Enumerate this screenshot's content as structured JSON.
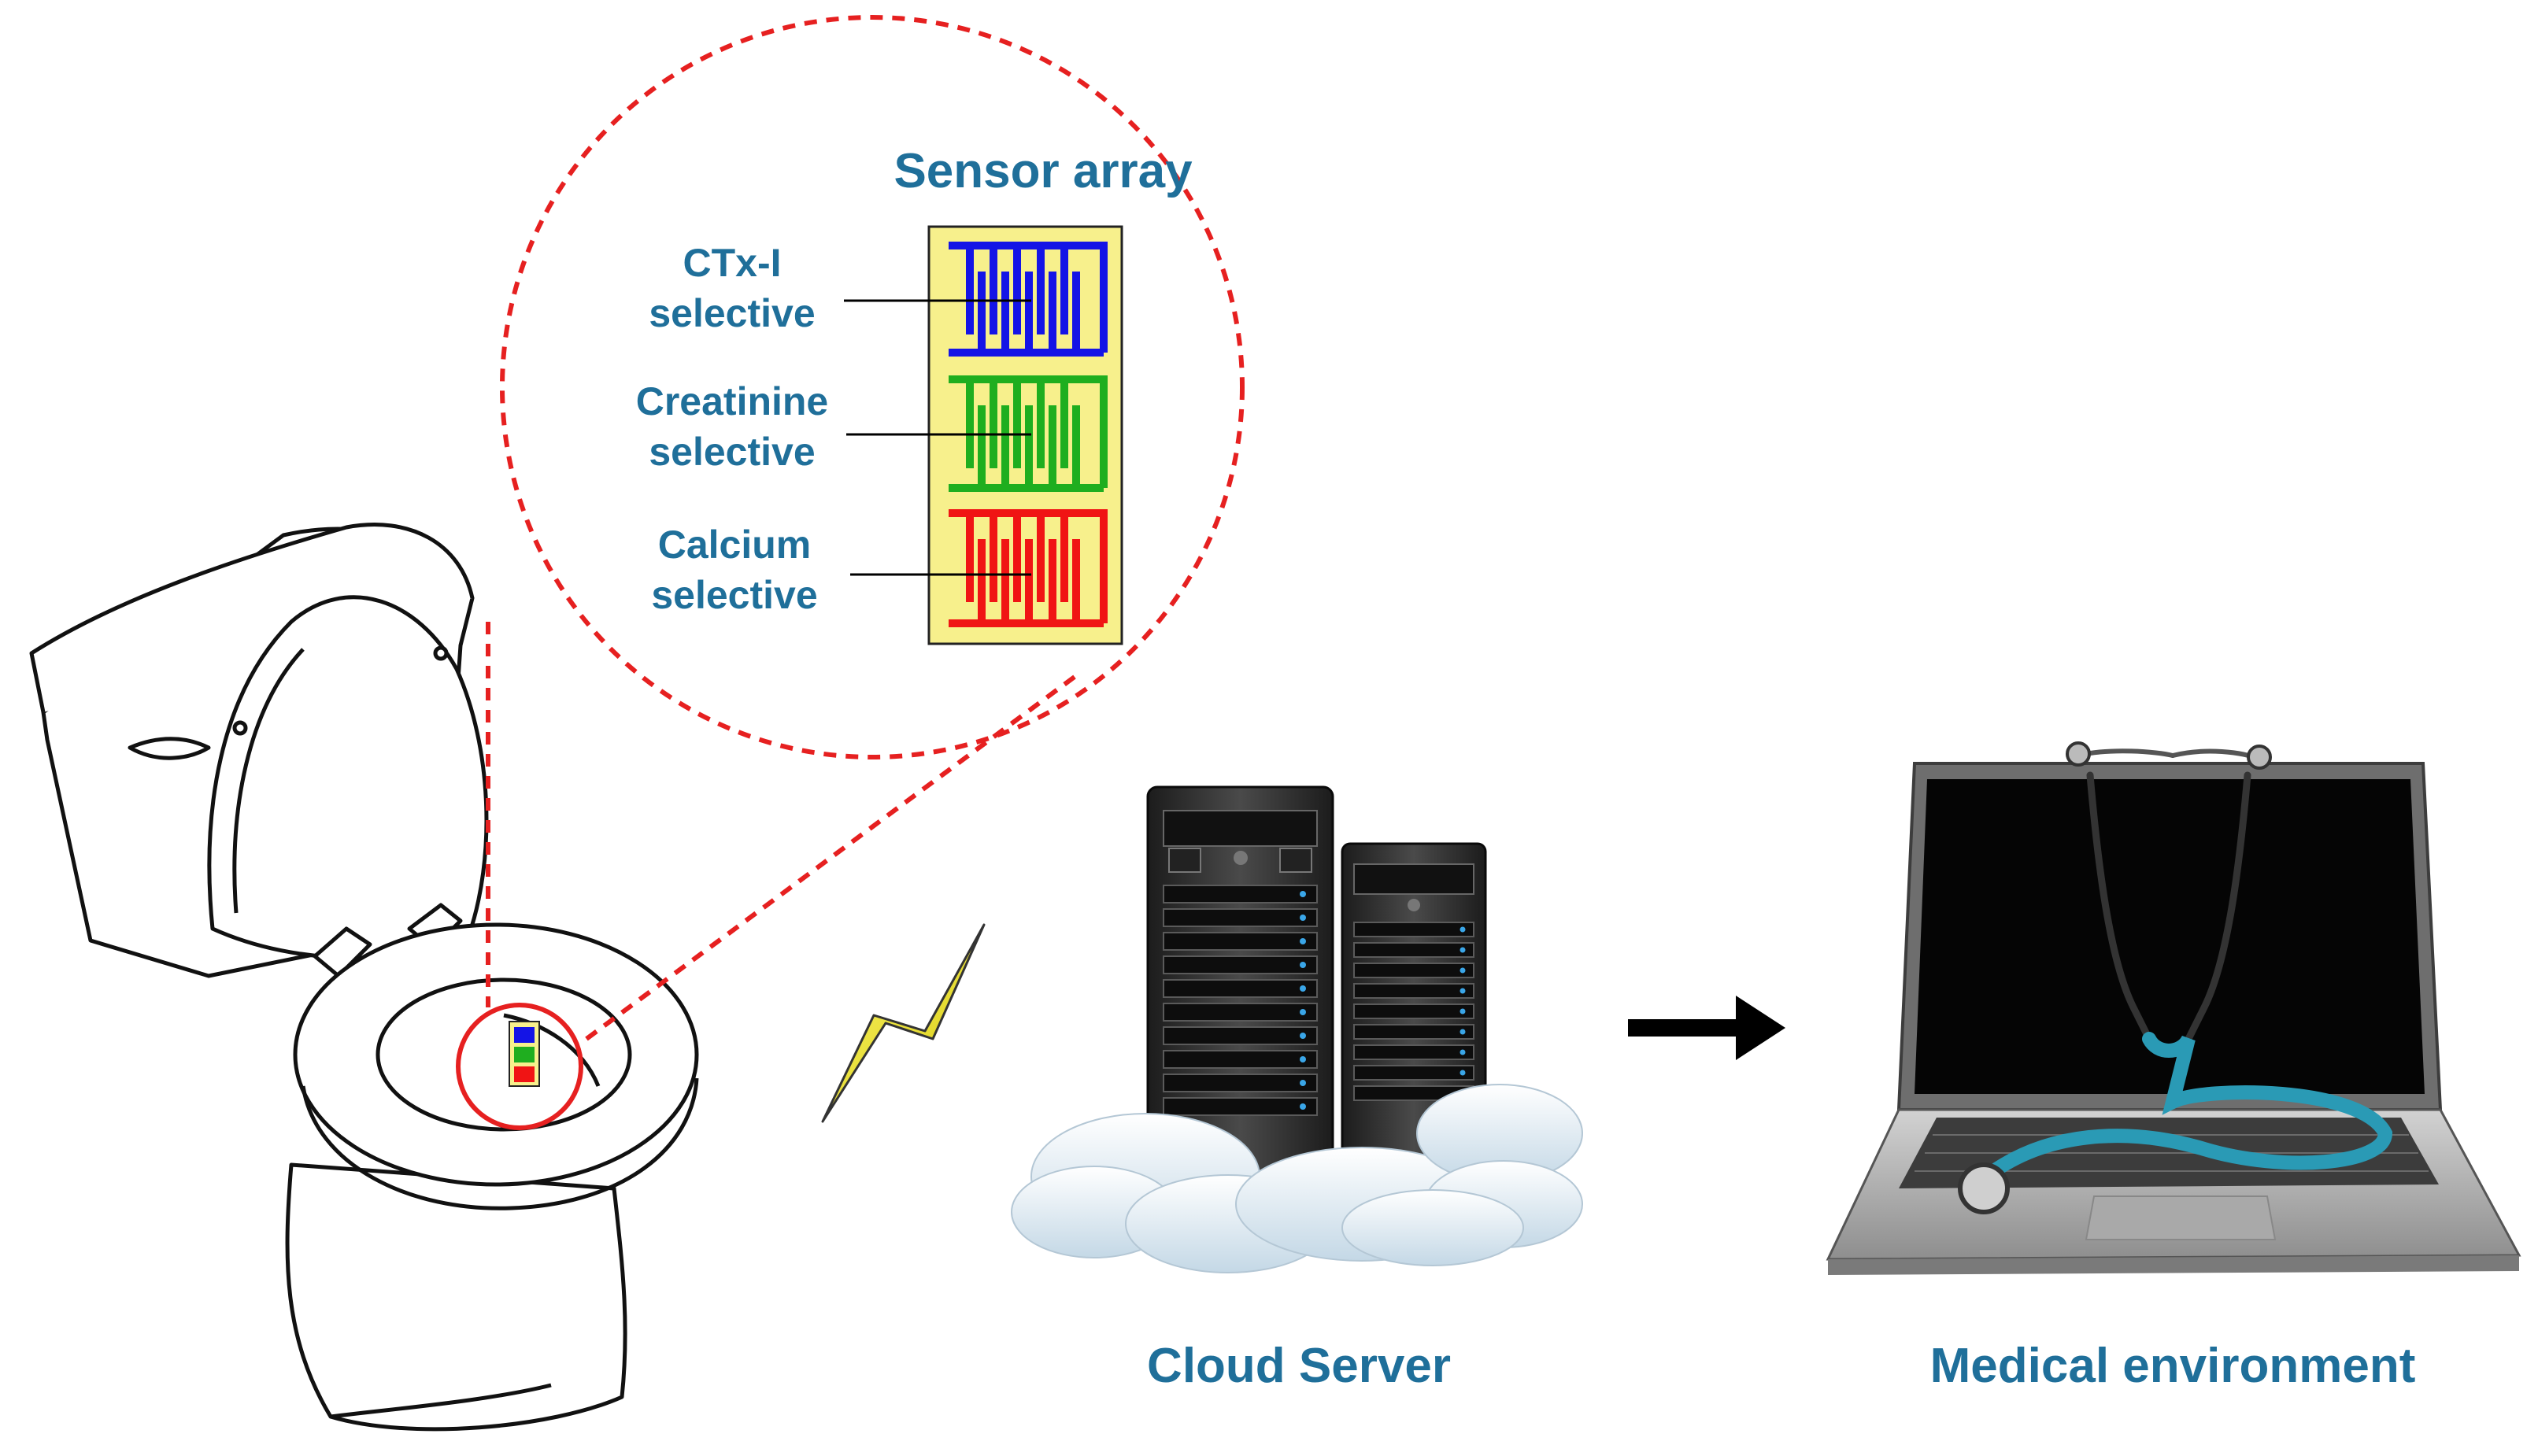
{
  "sensor_array": {
    "title": "Sensor array",
    "sensors": [
      {
        "line1": "CTx-I",
        "line2": "selective",
        "color": "#1414e6"
      },
      {
        "line1": "Creatinine",
        "line2": "selective",
        "color": "#1fae1f"
      },
      {
        "line1": "Calcium",
        "line2": "selective",
        "color": "#f01414"
      }
    ],
    "panel_color": "#f7f08c"
  },
  "labels": {
    "cloud_server": "Cloud Server",
    "medical_environment": "Medical environment"
  },
  "colors": {
    "label_text": "#1f6f9a",
    "zoom_dashed_line": "#e62020",
    "lightning": "#f2ea1a",
    "arrow": "#000000"
  },
  "icons": [
    "toilet-icon",
    "lightning-bolt-icon",
    "server-rack-icon",
    "cloud-icon",
    "laptop-icon",
    "stethoscope-icon",
    "arrow-right-icon"
  ]
}
